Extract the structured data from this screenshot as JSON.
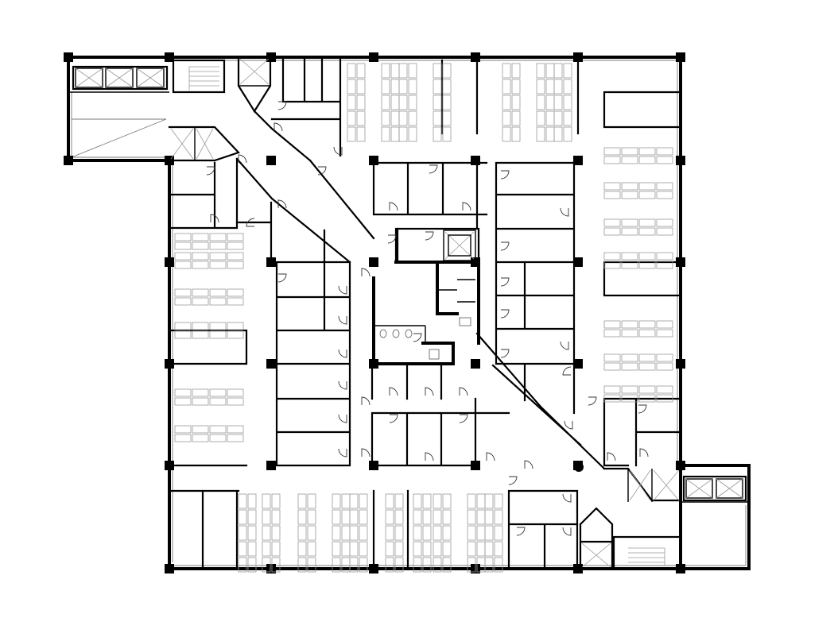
{
  "plan": {
    "kind": "office floor plan",
    "colors": {
      "walls": "#000000",
      "furniture": "#9a9a9a",
      "glazing": "#7a7a7a",
      "background": "#ffffff"
    },
    "icons": [
      "structural-column",
      "elevator-car",
      "stair",
      "door-swing",
      "workstation-desk",
      "toilet-fixture"
    ]
  }
}
